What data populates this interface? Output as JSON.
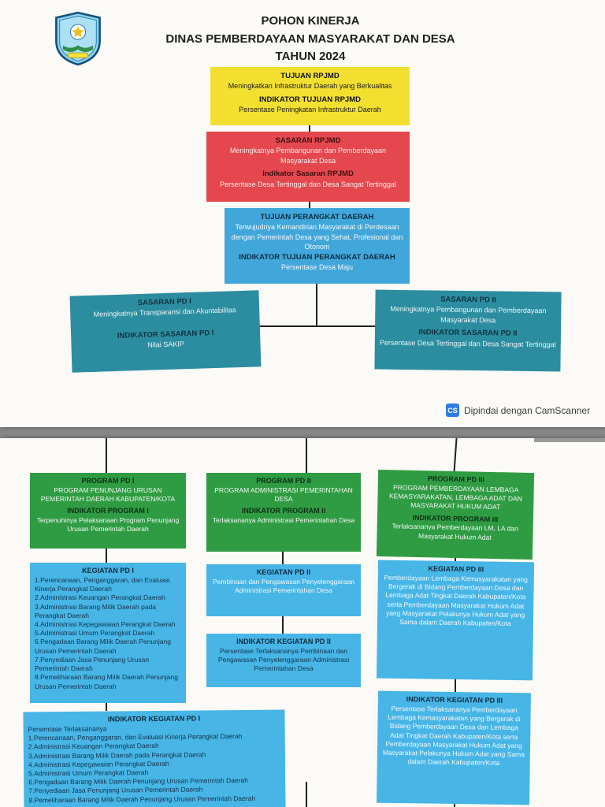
{
  "document": {
    "watermark": {
      "icon": "CS",
      "text": "Dipindai dengan CamScanner"
    }
  },
  "colors": {
    "yellow_box": "#f2df30",
    "red_box": "#e4484e",
    "blue_box": "#41a7da",
    "teal_box": "#2d8da0",
    "green_box": "#2f9c43",
    "light_blue_box": "#47b5e6",
    "camscanner_blue": "#2e7ce6",
    "page_background": "#fbfaf6",
    "desk_background": "#8d8d8d"
  },
  "page1": {
    "title": {
      "line1": "POHON KINERJA",
      "line2": "DINAS PEMBERDAYAAN MASYARAKAT DAN DESA",
      "line3": "TAHUN 2024"
    },
    "tujuan_rpjmd": {
      "heading": "TUJUAN RPJMD",
      "body": "Meningkatkan Infrastruktur Daerah yang Berkualitas",
      "indicator_heading": "INDIKATOR TUJUAN RPJMD",
      "indicator_body": "Persentase Peningkatan Infrastruktur Daerah"
    },
    "sasaran_rpjmd": {
      "heading": "SASARAN RPJMD",
      "body": "Meningkatnya Pembangunan dan Pemberdayaan Masyarakat Desa",
      "indicator_heading": "Indikator Sasaran RPJMD",
      "indicator_body": "Persentase Desa Tertinggal dan Desa Sangat Tertinggal"
    },
    "tujuan_perangkat_daerah": {
      "heading": "TUJUAN PERANGKAT DAERAH",
      "body": "Terwujudnya Kemandirian Masyarakat di Perdesaan dengan Pemerintah Desa yang Sehat, Profesional dan Otonom",
      "indicator_heading": "INDIKATOR TUJUAN PERANGKAT DAERAH",
      "indicator_body": "Persentase Desa Maju"
    },
    "sasaran_pd_1": {
      "heading": "SASARAN PD I",
      "body": "Meningkatnya Transparansi dan Akuntabilitas",
      "indicator_heading": "INDIKATOR SASARAN PD I",
      "indicator_body": "Nilai SAKIP"
    },
    "sasaran_pd_2": {
      "heading": "SASARAN PD II",
      "body": "Meningkatnya Pembangunan dan Pemberdayaan Masyarakat Desa",
      "indicator_heading": "INDIKATOR SASARAN PD II",
      "indicator_body": "Persentase Desa Tertinggal dan Desa Sangat Tertinggal"
    }
  },
  "page2": {
    "program_pd_1": {
      "heading": "PROGRAM PD I",
      "body": "PROGRAM PENUNJANG URUSAN PEMERINTAH DAERAH KABUPATEN/KOTA",
      "indicator_heading": "INDIKATOR PROGRAM I",
      "indicator_body": "Terpenuhinya Pelaksanaan Program Penunjang Urusan Pemerintah Daerah"
    },
    "program_pd_2": {
      "heading": "PROGRAM PD II",
      "body": "PROGRAM ADMINISTRASI PEMERINTAHAN DESA",
      "indicator_heading": "INDIKATOR PROGRAM II",
      "indicator_body": "Terlaksananya Administrasi Pemerintahan Desa"
    },
    "program_pd_3": {
      "heading": "PROGRAM PD III",
      "body": "PROGRAM PEMBERDAYAAN LEMBAGA KEMASYARAKATAN, LEMBAGA ADAT DAN MASYARAKAT HUKUM ADAT",
      "indicator_heading": "INDIKATOR PROGRAM III",
      "indicator_body": "Terlaksananya Pemberdayaan LM, LA dan Masyarakat Hukum Adat"
    },
    "kegiatan_pd_1": {
      "heading": "KEGIATAN PD I",
      "items": [
        "1.Perencanaan, Penganggaran, dan  Evaluasi Kinerja Perangkat Daerah",
        "2.Administrasi Keuangan Perangkat Daerah",
        "3.Administrasi Barang Milik Daerah pada Perangkat Daerah",
        "4.Administrasi Kepegawaian Perangkat Daerah",
        "5.Administrasi Umum Perangkat Daerah",
        "6.Pengadaan Barang Milik Daerah Penunjang Urusan Pemerintah Daerah",
        "7.Penyediaan Jasa Penunjang Urusan Pemerintah Daerah",
        "8.Pemeliharaan Barang Milik Daerah Penunjang Urusan Pemerintah Daerah"
      ]
    },
    "kegiatan_pd_2": {
      "heading": "KEGIATAN PD II",
      "body": "Pembinaan dan Pengawasan Penyelenggaraan Administrasi Pemerintahan Desa"
    },
    "kegiatan_pd_3": {
      "heading": "KEGIATAN PD III",
      "body": "Pemberdayaan Lembaga Kemasyarakatan yang Bergerak di Bidang Pemberdayaan Desa dan Lembaga Adat Tingkat Daerah Kabupaten/Kota serta Pemberdayaan Masyarakat Hukum Adat yang Masyarakat Pelakunya Hukum Adat yang Sama dalam Daerah Kabupaten/Kota"
    },
    "indikator_kegiatan_pd_1": {
      "heading": "INDIKATOR KEGIATAN PD I",
      "intro": "Persentase Terlaksananya",
      "items": [
        "1.Perencanaan, Penganggaran, dan  Evaluasi Kinerja Perangkat Daerah",
        "2.Administrasi Keuangan Perangkat Daerah",
        "3.Administrasi Barang Milik Daerah pada Perangkat Daerah",
        "4.Administrasi Kepegawaian Perangkat Daerah",
        "5.Administrasi Umum Perangkat Daerah",
        "6.Pengadaan Barang Milik Daerah Penunjang Urusan Pemerintah Daerah",
        "7.Penyediaan Jasa Penunjang Urusan Pemerintah Daerah",
        "8.Pemeliharaan Barang Milik Daerah Penunjang Urusan Pemerintah Daerah"
      ]
    },
    "indikator_kegiatan_pd_2": {
      "heading": "INDIKATOR KEGIATAN PD II",
      "body": "Persentase Terlaksananya Pembinaan dan Pengawasan Penyelenggaraan Administrasi Pemerintahan Desa"
    },
    "indikator_kegiatan_pd_3": {
      "heading": "INDIKATOR KEGIATAN PD III",
      "body": "Persentase Terlaksananya Pemberdayaan Lembaga Kemasyarakatan yang Bergerak di Bidang Pemberdayaan Desa dan Lembaga Adat Tingkat Daerah Kabupaten/Kota serta Pemberdayaan Masyarakat Hukum Adat yang Masyarakat Pelakunya Hukum Adat yang Sama dalam Daerah Kabupaten/Kota"
    }
  }
}
